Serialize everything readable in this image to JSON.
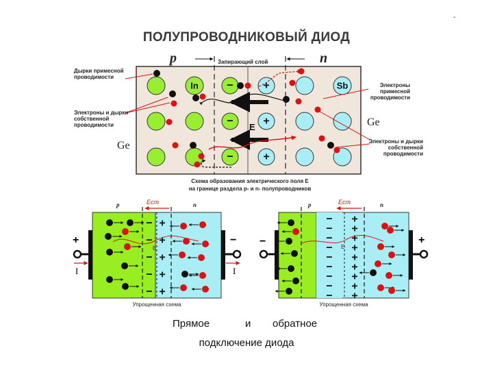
{
  "title": "ПОЛУПРОВОДНИКОВЫЙ ДИОД",
  "corner_mark": "-",
  "top_diagram": {
    "p_label": "p",
    "n_label": "n",
    "barrier_label": "Запирающий слой",
    "in_label": "In",
    "sb_label": "Sb",
    "ge_left": "Ge",
    "ge_right": "Ge",
    "field_label": "E",
    "left_notes": {
      "impurity_holes": "Дырки примесной проводимости",
      "intrinsic_pairs": "Электроны и дырки собственной проводимости"
    },
    "right_notes": {
      "impurity_electrons": "Электроны примесной проводимости",
      "intrinsic_pairs": "Электроны и дырки собственной проводимости"
    },
    "caption_line1": "Схема образования электрического поля E",
    "caption_line2": "на границе раздела p- и n- полупроводников"
  },
  "forward_diagram": {
    "p_label": "p",
    "n_label": "n",
    "field_label": "Eст",
    "inner_field": "E",
    "minus_sign": "−",
    "plus_sign": "+",
    "left_terminal": "+",
    "right_terminal": "−",
    "current_label": "I",
    "caption": "Упрощенная схема"
  },
  "reverse_diagram": {
    "p_label": "p",
    "n_label": "n",
    "field_label": "Eст",
    "inner_field": "E",
    "minus_sign": "−",
    "plus_sign": "+",
    "left_terminal": "−",
    "right_terminal": "+",
    "caption": "Упрощенная схема"
  },
  "bottom_text": {
    "word1": "Прямое",
    "word2": "и",
    "word3": "обратное",
    "line2": "подключение диода"
  },
  "colors": {
    "p_region": "#99ee22",
    "n_region": "#aaeef5",
    "crystal_bg": "#f0e6dc",
    "atom_green": "#99ee33",
    "atom_cyan": "#aaeef5",
    "hole_red": "#dd1111",
    "electron_black": "#111111"
  }
}
